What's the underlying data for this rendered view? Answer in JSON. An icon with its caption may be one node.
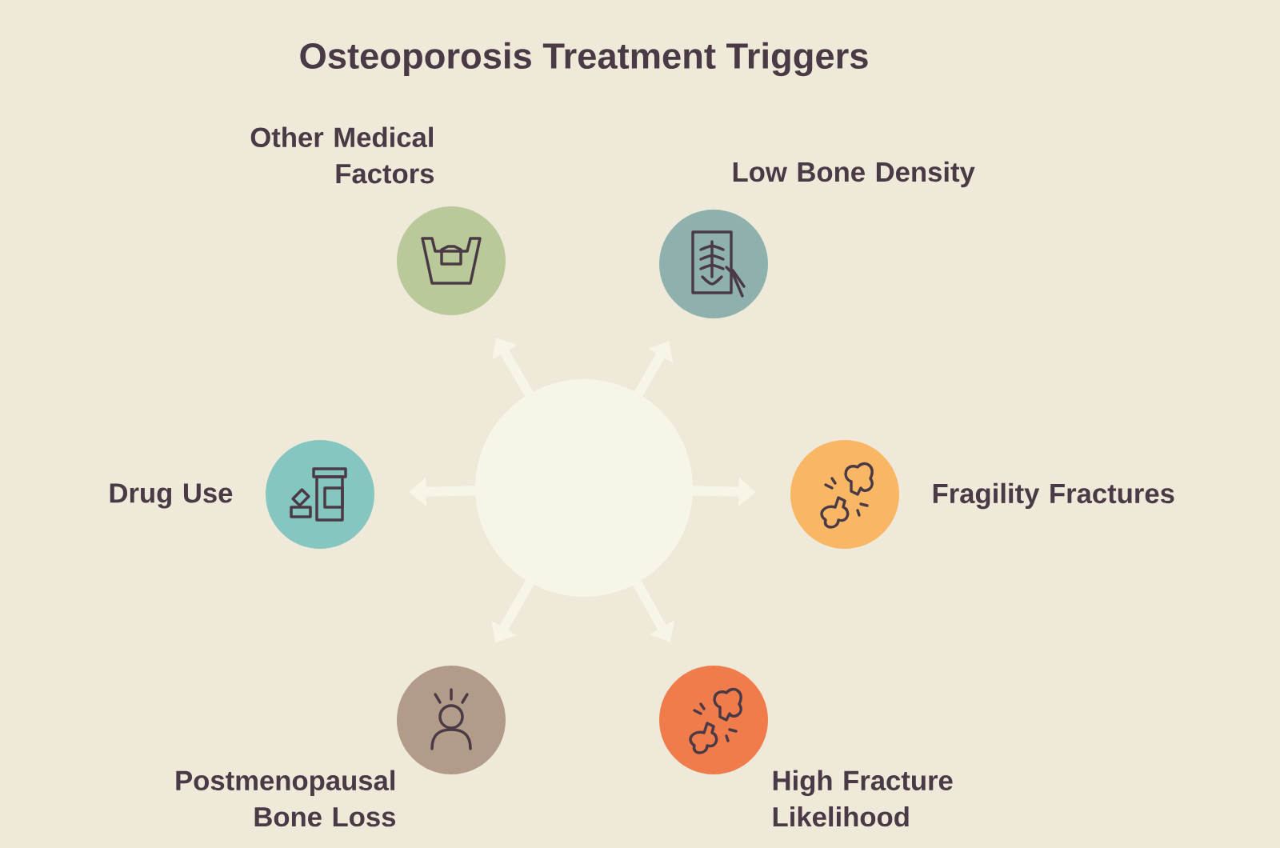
{
  "diagram": {
    "title": "Osteoporosis Treatment Triggers",
    "nodes": [
      {
        "text": [
          "Other Medical Factors"
        ]
      },
      {
        "text": [
          "Low Bone Density"
        ]
      },
      {
        "text": [
          "Drug Use"
        ]
      },
      {
        "text": [],
        "shape": "circle"
      },
      {
        "text": [
          "Fragility Fractures"
        ]
      },
      {
        "text": [
          "Postmenopausal Bone Loss"
        ]
      },
      {
        "text": [
          "High Fracture Likelihood"
        ]
      }
    ],
    "edges": [
      {
        "from": 3,
        "to": 0,
        "arrow": "to"
      },
      {
        "from": 3,
        "to": 1,
        "arrow": "to"
      },
      {
        "from": 3,
        "to": 2,
        "arrow": "to"
      },
      {
        "from": 3,
        "to": 4,
        "arrow": "to"
      },
      {
        "from": 3,
        "to": 5,
        "arrow": "to"
      },
      {
        "from": 3,
        "to": 6,
        "arrow": "to"
      }
    ]
  }
}
